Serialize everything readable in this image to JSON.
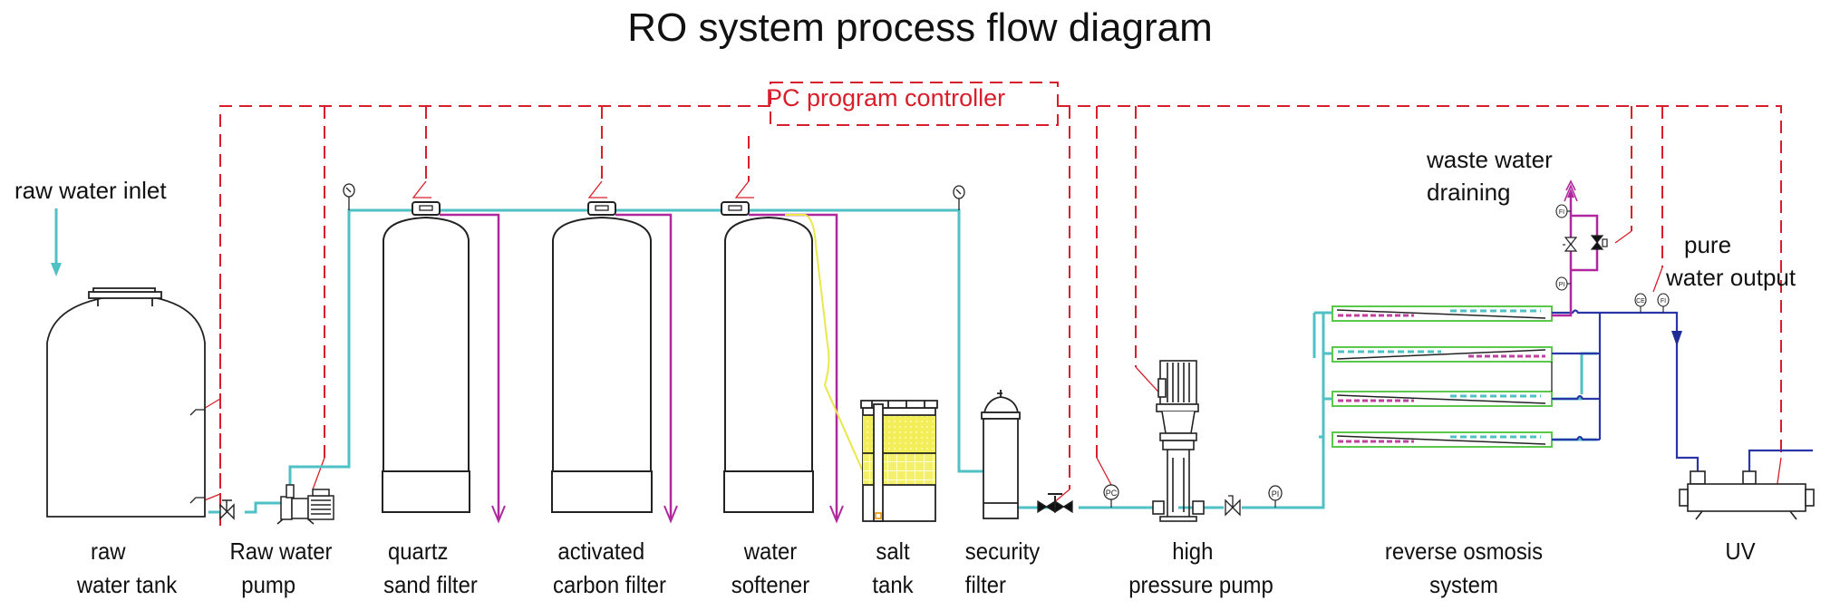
{
  "title": "RO system process flow diagram",
  "controller": {
    "label": "PC program controller"
  },
  "annotations": {
    "raw_water_inlet": "raw water inlet",
    "waste_water_line1": "waste water",
    "waste_water_line2": "draining",
    "pure_water_line1": "pure",
    "pure_water_line2": "water output"
  },
  "components": [
    {
      "id": "raw-water-tank",
      "line1": "raw",
      "line2": "water tank"
    },
    {
      "id": "raw-water-pump",
      "line1": "Raw water",
      "line2": "pump"
    },
    {
      "id": "quartz-sand-filter",
      "line1": "quartz",
      "line2": "sand filter"
    },
    {
      "id": "activated-carbon-filter",
      "line1": "activated",
      "line2": "carbon filter"
    },
    {
      "id": "water-softener",
      "line1": "water",
      "line2": "softener"
    },
    {
      "id": "salt-tank",
      "line1": "salt",
      "line2": "tank"
    },
    {
      "id": "security-filter",
      "line1": "security",
      "line2": "filter"
    },
    {
      "id": "high-pressure-pump",
      "line1": "high",
      "line2": "pressure pump"
    },
    {
      "id": "reverse-osmosis-system",
      "line1": "reverse osmosis",
      "line2": "system"
    },
    {
      "id": "uv",
      "line1": "UV",
      "line2": ""
    }
  ],
  "instruments": {
    "pc": "PC",
    "pi": "PI",
    "fi_waste": "FI",
    "pi_waste": "PI",
    "ce": "CE",
    "fi_pure": "FI"
  },
  "colors": {
    "water_line": "#4fc1c4",
    "drain_line": "#b0289e",
    "control_line": "#d81e2a",
    "pure_line": "#2a36a8",
    "brine_line": "#e8e84a",
    "membrane": "#5ac84a"
  }
}
